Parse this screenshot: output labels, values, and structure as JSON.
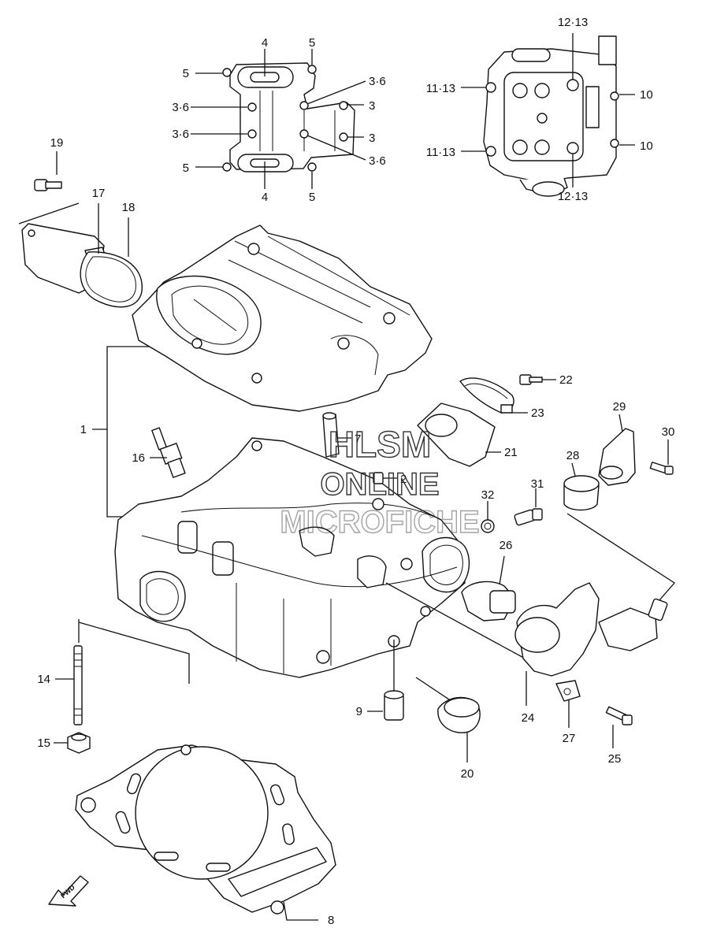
{
  "callouts": {
    "c1": "1",
    "c2": "2",
    "c3a": "3",
    "c3b": "3",
    "c36a": "3·6",
    "c36b": "3·6",
    "c36c": "3·6",
    "c36d": "3·6",
    "c4a": "4",
    "c4b": "4",
    "c5a": "5",
    "c5b": "5",
    "c5c": "5",
    "c5d": "5",
    "c7": "7",
    "c8": "8",
    "c9": "9",
    "c10a": "10",
    "c10b": "10",
    "c1113a": "11·13",
    "c1113b": "11·13",
    "c1213a": "12·13",
    "c1213b": "12·13",
    "c14": "14",
    "c15": "15",
    "c16": "16",
    "c17": "17",
    "c18": "18",
    "c19": "19",
    "c20": "20",
    "c21": "21",
    "c22": "22",
    "c23": "23",
    "c24": "24",
    "c25": "25",
    "c26": "26",
    "c27": "27",
    "c28": "28",
    "c29": "29",
    "c30": "30",
    "c31": "31",
    "c32": "32"
  },
  "watermark": {
    "line1": "HLSM",
    "line2": "ONLINE",
    "line3": "MICROFICHE"
  },
  "fwd_label": "FWD"
}
